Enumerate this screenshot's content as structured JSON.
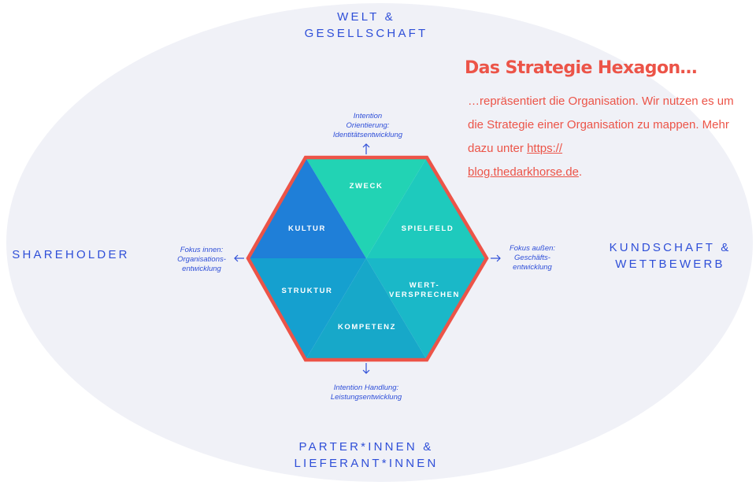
{
  "stakeholders": {
    "top": "WELT &\nGESELLSCHAFT",
    "left": "SHAREHOLDER",
    "right": "KUNDSCHAFT &\nWETTBEWERB",
    "bottom": "PARTER*INNEN &\nLIEFERANT*INNEN"
  },
  "hexagon": {
    "segments": {
      "zweck": "ZWECK",
      "spielfeld": "SPIELFELD",
      "wert": "WERT-\nVERSPRECHEN",
      "kompetenz": "KOMPETENZ",
      "struktur": "STRUKTUR",
      "kultur": "KULTUR"
    },
    "colors": {
      "zweck": "#22d3b4",
      "spielfeld": "#1ecabd",
      "wert": "#1ab8c8",
      "kompetenz": "#17a8c9",
      "struktur": "#15a0cf",
      "kultur": "#1f7fd8",
      "border": "#ec5448"
    }
  },
  "intentions": {
    "top": "Intention\nOrientierung:\nIdentitätsentwicklung",
    "bottom": "Intention Handlung:\nLeistungsentwicklung",
    "left": "Fokus innen:\nOrganisations-\nentwicklung",
    "right": "Fokus außen:\nGeschäfts-\nentwicklung"
  },
  "info": {
    "title": "Das Strategie Hexagon…",
    "text": "…repräsentiert die Organisation. Wir nutzen es um die Strategie einer Organisation zu mappen. Mehr dazu unter ",
    "link": "https://\nblog.thedarkhorse.de",
    "after_link": "."
  },
  "colors": {
    "ellipse": "#f0f1f7",
    "stakeholder_text": "#2f4fd8",
    "accent": "#ec5448"
  }
}
